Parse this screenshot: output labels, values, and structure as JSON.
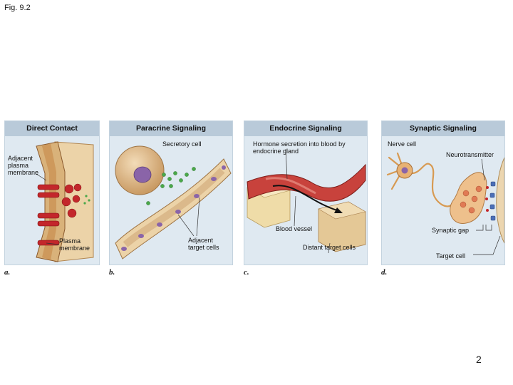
{
  "figure_label": "Fig. 9.2",
  "slide_number": "2",
  "panels": [
    {
      "title": "Direct Contact",
      "letter": "a.",
      "labels": {
        "adjacent_membrane": "Adjacent plasma membrane",
        "plasma_membrane": "Plasma membrane"
      }
    },
    {
      "title": "Paracrine Signaling",
      "letter": "b.",
      "labels": {
        "secretory_cell": "Secretory cell",
        "target_cells": "Adjacent target cells"
      }
    },
    {
      "title": "Endocrine Signaling",
      "letter": "c.",
      "labels": {
        "hormone_secretion": "Hormone secretion into blood by endocrine gland",
        "blood_vessel": "Blood vessel",
        "distant_cells": "Distant target cells"
      }
    },
    {
      "title": "Synaptic Signaling",
      "letter": "d.",
      "labels": {
        "nerve_cell": "Nerve cell",
        "neurotransmitter": "Neurotransmitter",
        "synaptic_gap": "Synaptic gap",
        "target_cell": "Target cell"
      }
    }
  ],
  "colors": {
    "panel_bg": "#dfe9f1",
    "header_bg": "#b9cad9",
    "tissue": "#e8cfa6",
    "vessel": "#c8423c",
    "molecule": "#4aa84a",
    "nucleus": "#8a64a8"
  }
}
